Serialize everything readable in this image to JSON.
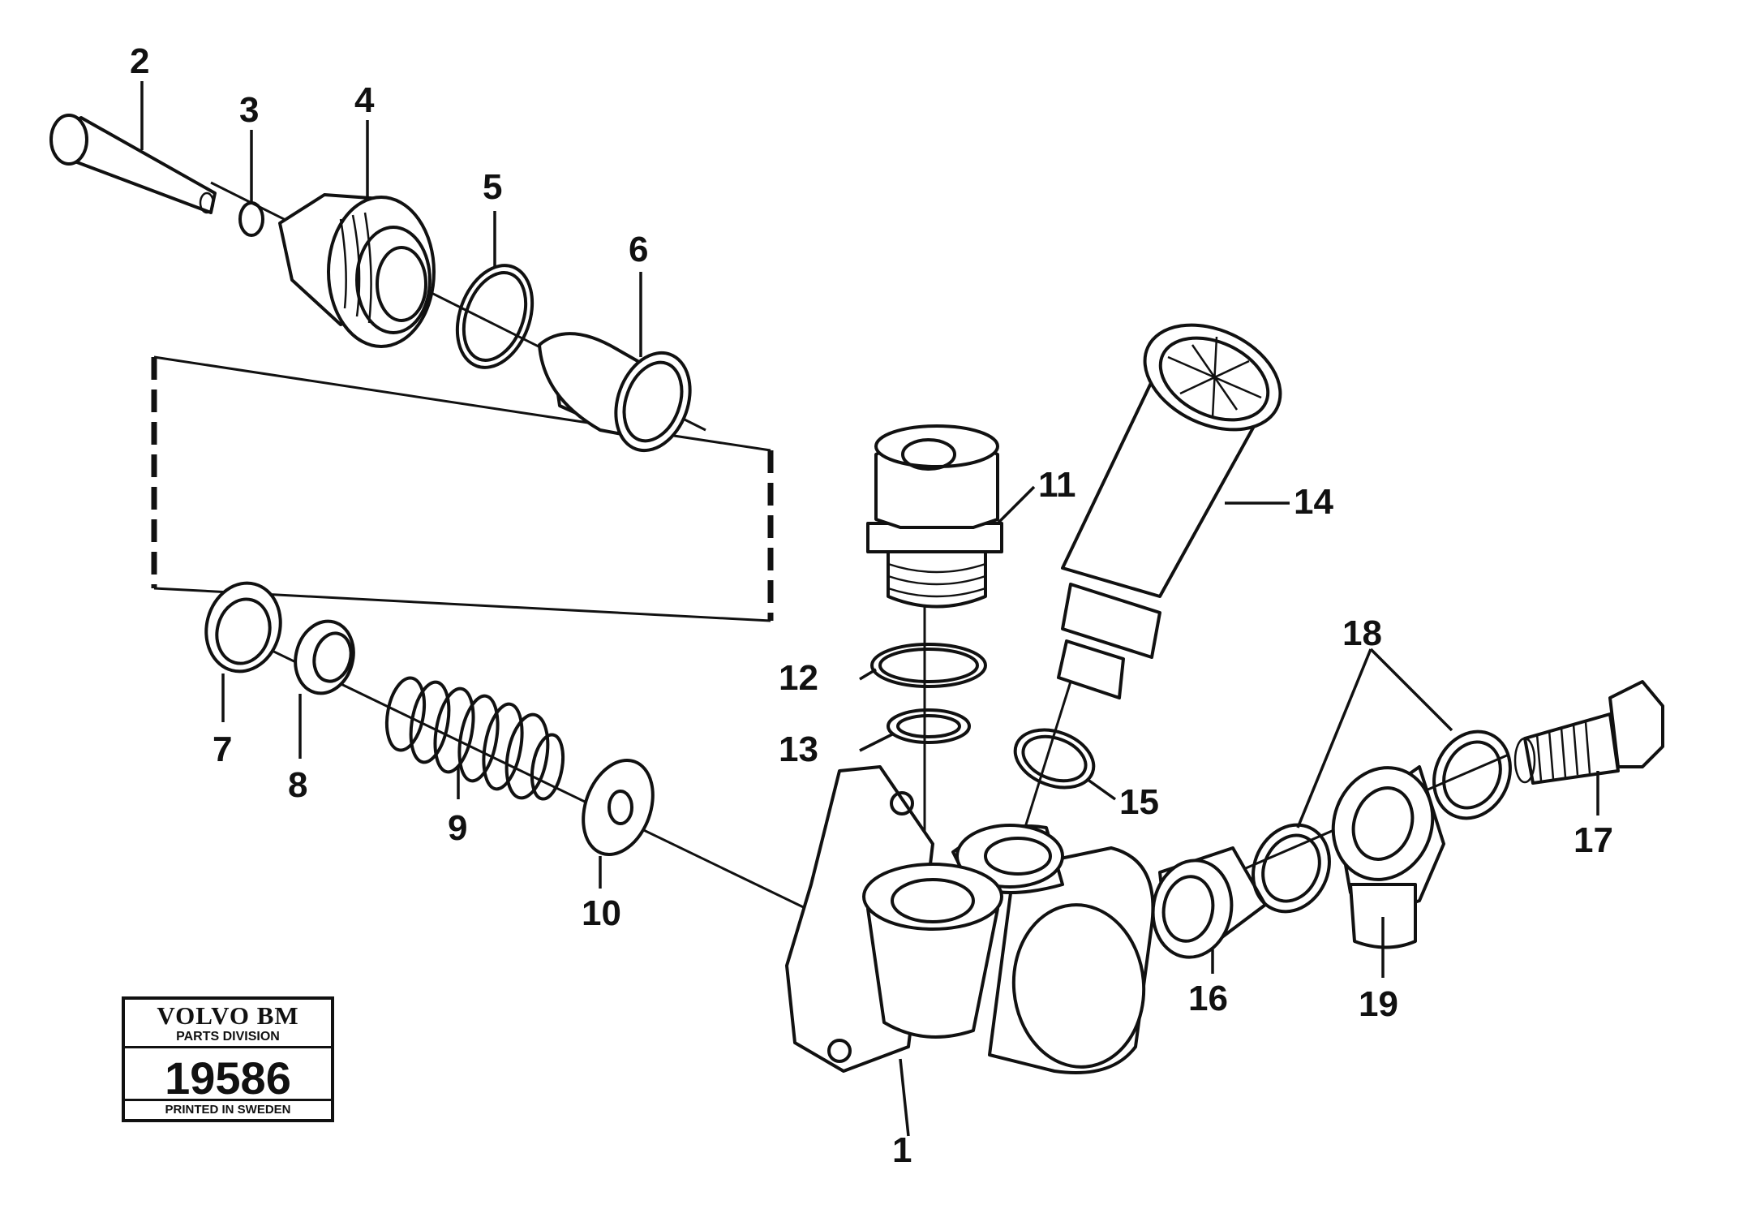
{
  "callouts": [
    "1",
    "2",
    "3",
    "4",
    "5",
    "6",
    "7",
    "8",
    "9",
    "10",
    "11",
    "12",
    "13",
    "14",
    "15",
    "16",
    "17",
    "18",
    "19"
  ],
  "stamp": {
    "brand": "VOLVO BM",
    "division": "PARTS DIVISION",
    "number": "19586",
    "printed": "PRINTED IN SWEDEN"
  }
}
